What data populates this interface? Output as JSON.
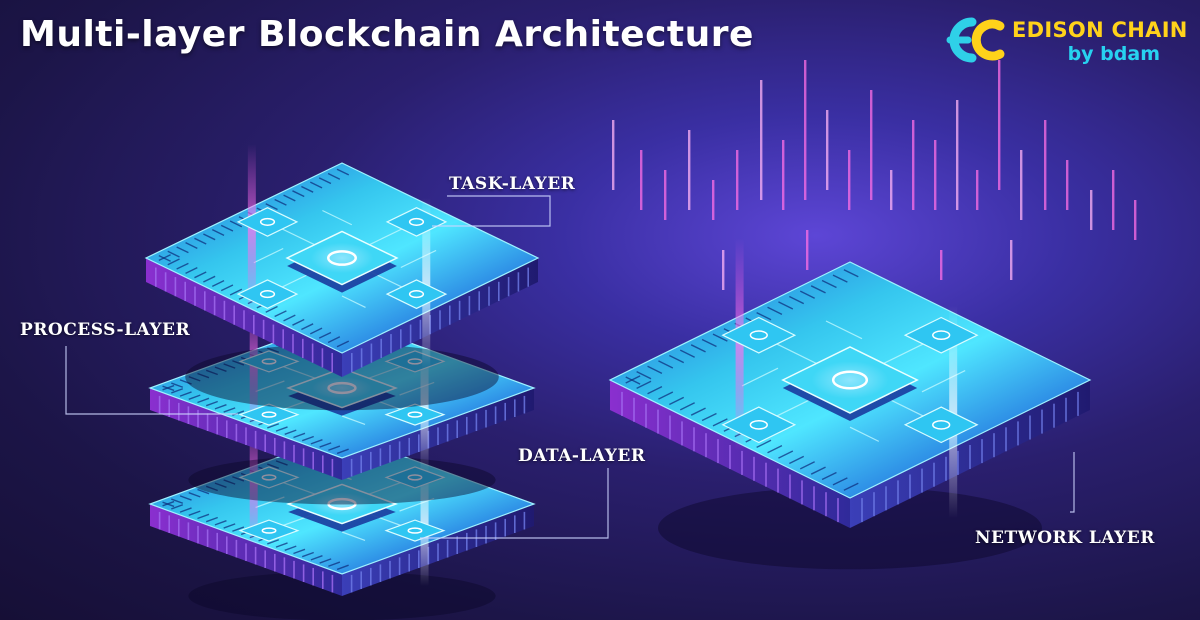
{
  "title": "Multi-layer Blockchain Architecture",
  "logo": {
    "mark_text": "EC",
    "name": "EDISON CHAIN",
    "subtitle": "by bdam"
  },
  "labels": {
    "task": "TASK-LAYER",
    "process": "PROCESS-LAYER",
    "data": "DATA-LAYER",
    "network": "NETWORK LAYER"
  },
  "colors": {
    "background_dark": "#160f36",
    "background_glow": "#5d46d6",
    "chip_cyan": "#33cff0",
    "chip_blue": "#1f5fe0",
    "chip_magenta": "#f24fe8",
    "logo_yellow": "#ffd21a",
    "logo_cyan": "#27d2f0"
  }
}
